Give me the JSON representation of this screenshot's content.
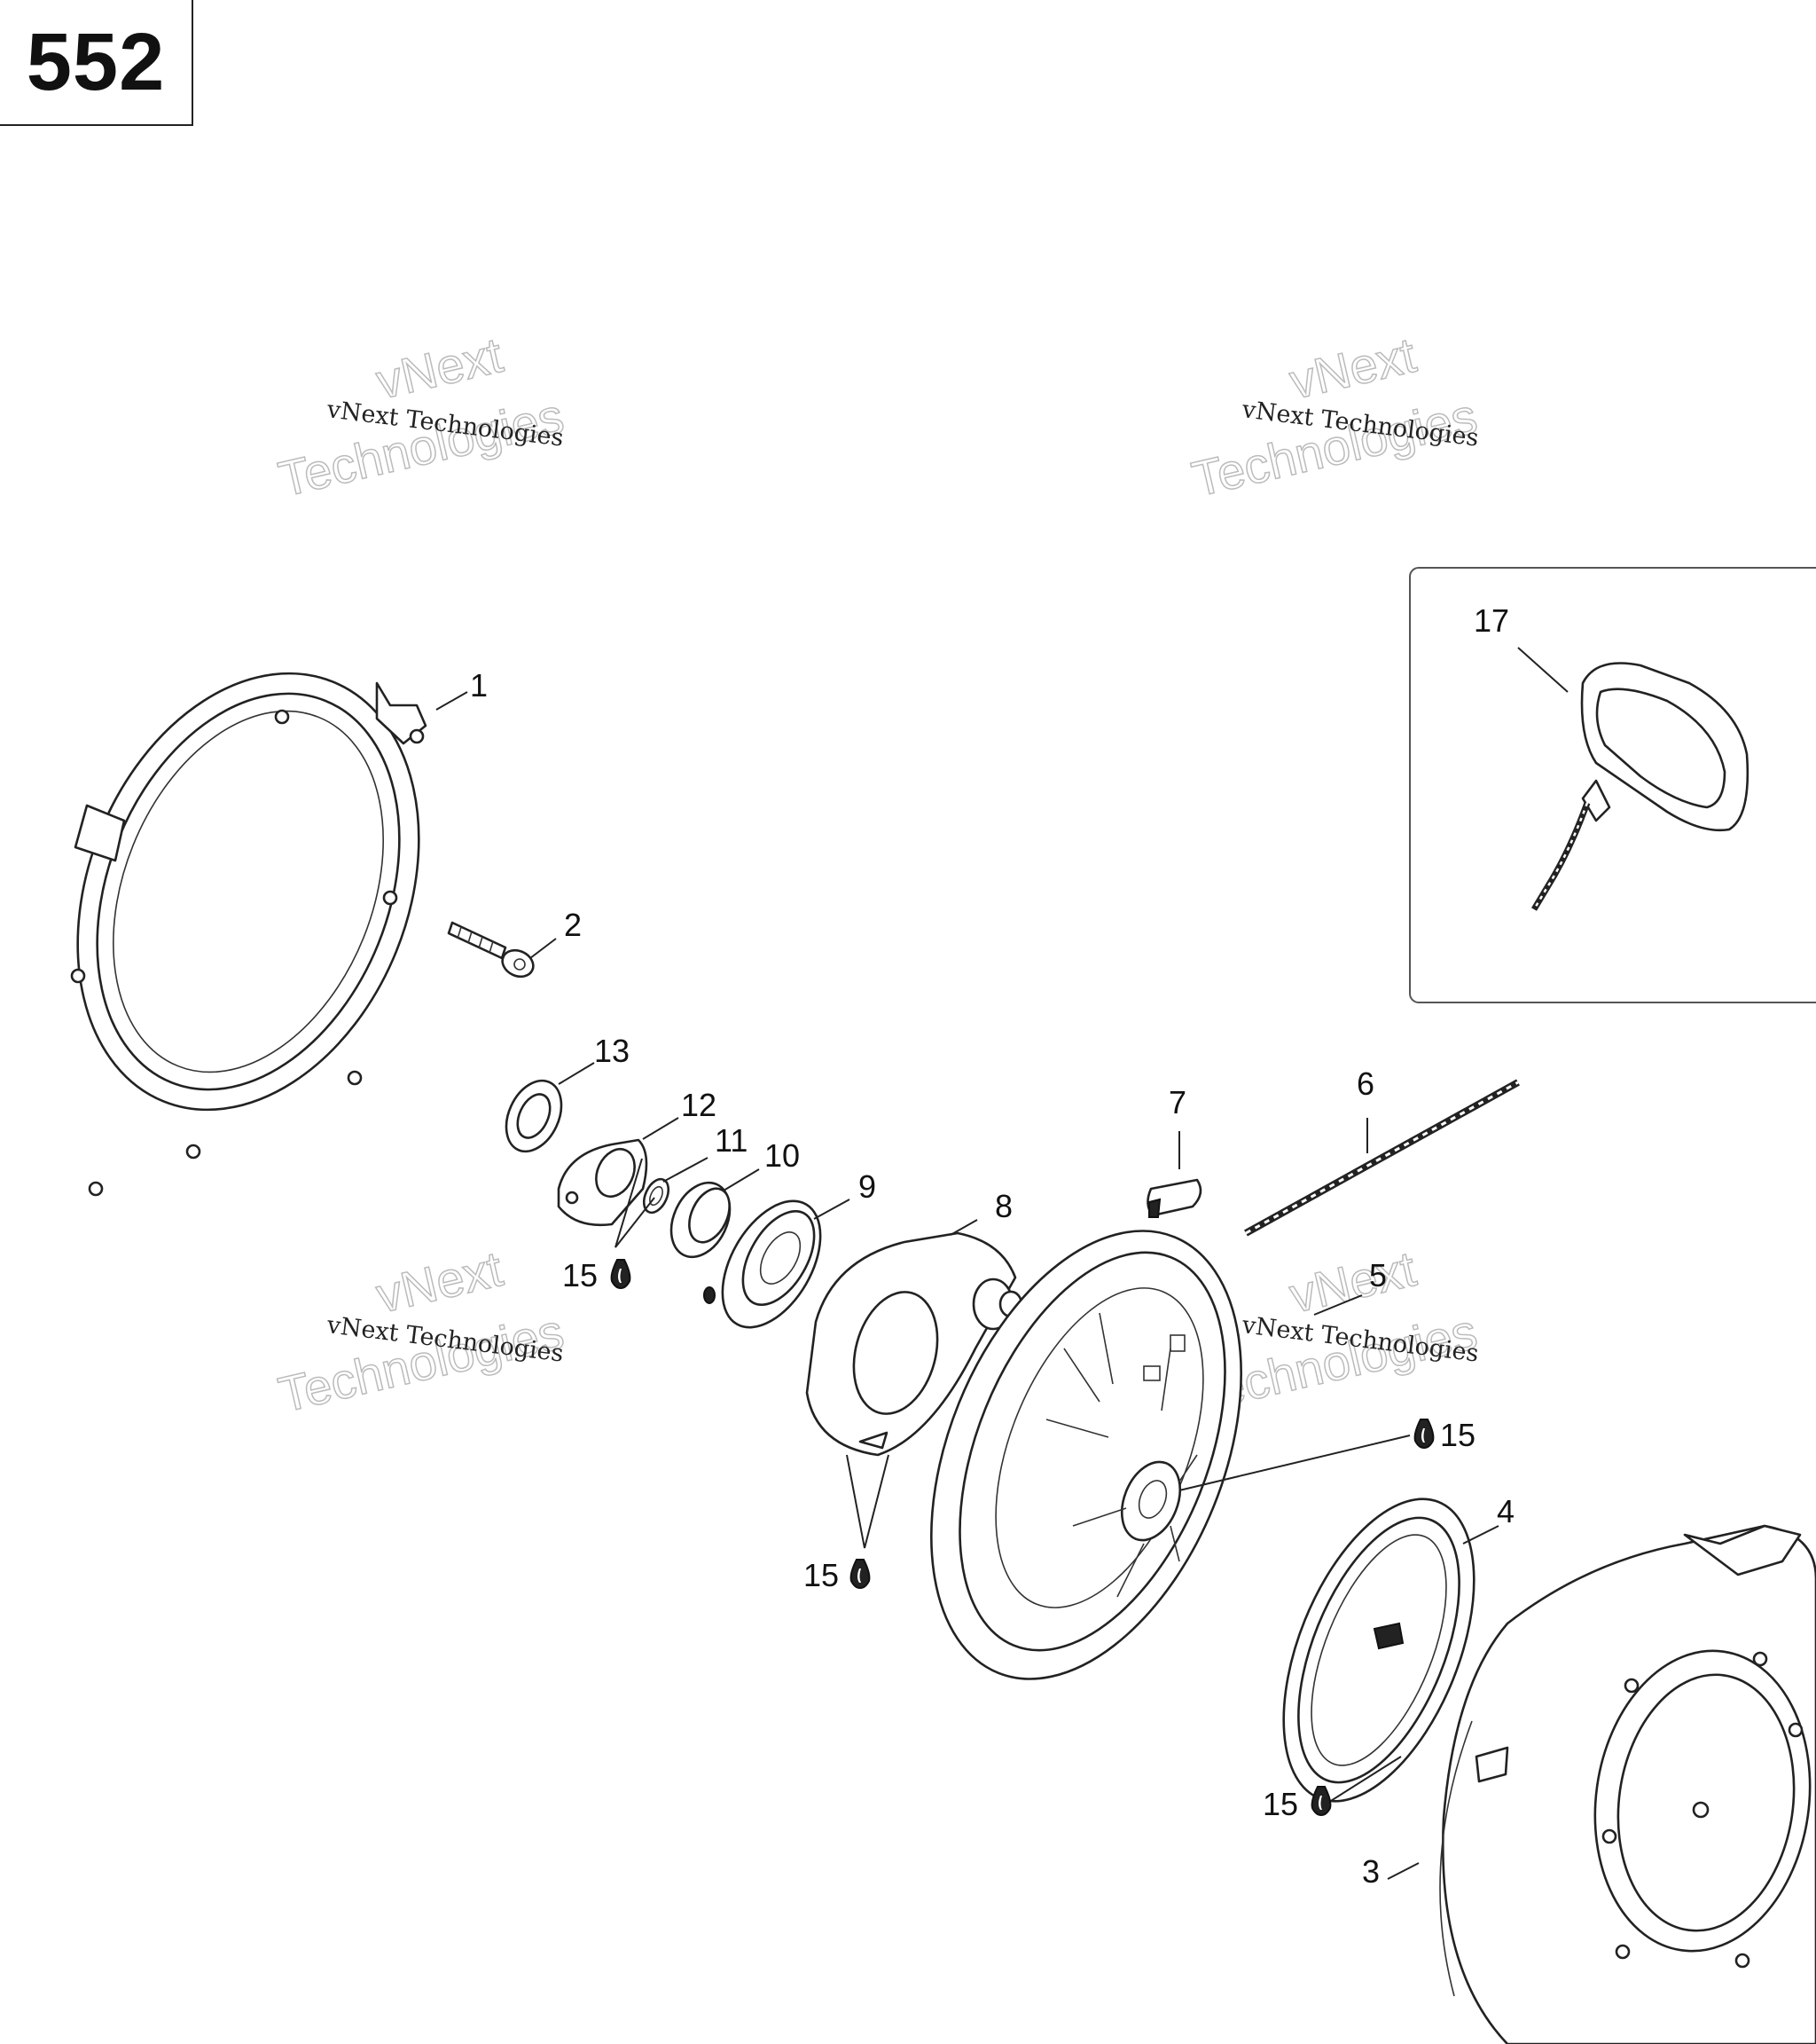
{
  "page_number": "552",
  "watermark": {
    "line_small": "vNext Technologies",
    "line_big_1": "vNext",
    "line_big_2": "Technologies"
  },
  "callouts": {
    "c1": "1",
    "c2": "2",
    "c3": "3",
    "c4": "4",
    "c5": "5",
    "c6": "6",
    "c7": "7",
    "c8": "8",
    "c9": "9",
    "c10": "10",
    "c11": "11",
    "c12": "12",
    "c13": "13",
    "c15": "15",
    "c17": "17"
  },
  "lubricant_marker_icon": "oil-drop-icon",
  "colors": {
    "line": "#222222",
    "background": "#ffffff",
    "watermark_outline": "#bbbbbb"
  }
}
